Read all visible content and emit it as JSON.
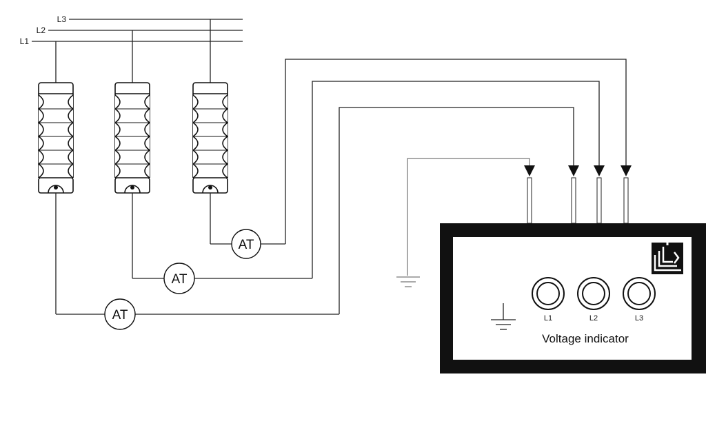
{
  "bus_lines": [
    {
      "label": "L3"
    },
    {
      "label": "L2"
    },
    {
      "label": "L1"
    }
  ],
  "devices": [
    {
      "label": "AT"
    },
    {
      "label": "AT"
    },
    {
      "label": "AT"
    }
  ],
  "indicator": {
    "title": "Voltage indicator",
    "inputs": [
      {
        "label": "L1"
      },
      {
        "label": "L2"
      },
      {
        "label": "L3"
      }
    ],
    "logo_icon": "brand-logo-icon",
    "ground_icon": "ground-icon"
  },
  "colors": {
    "housing": "#111111",
    "wire": "#222222",
    "background": "#ffffff"
  }
}
